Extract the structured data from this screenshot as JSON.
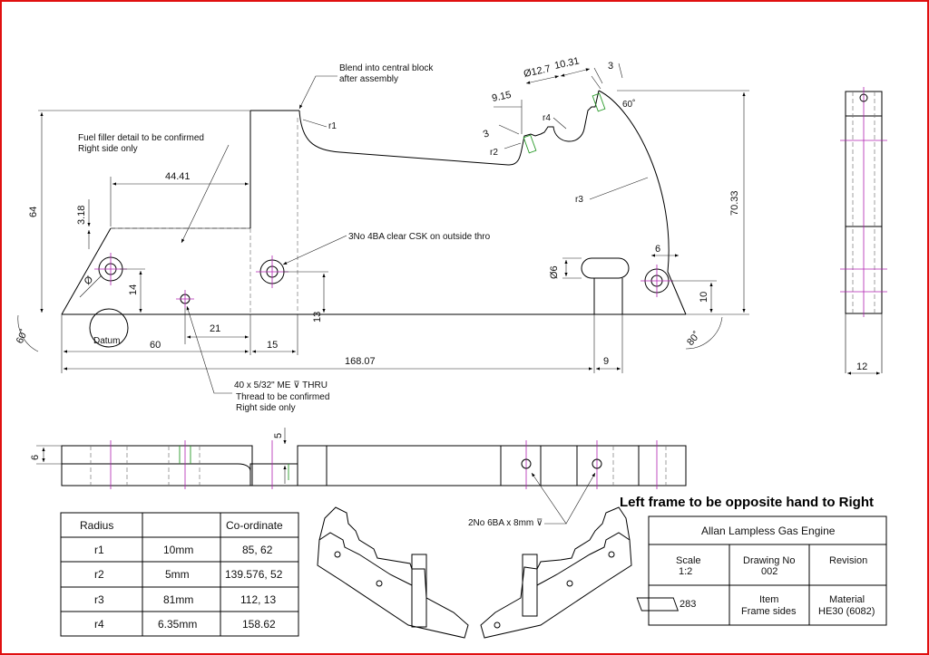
{
  "dims": {
    "d64": "64",
    "d318": "3.18",
    "d4441": "44.41",
    "d14": "14",
    "d21": "21",
    "d60": "60",
    "d15": "15",
    "d13": "13",
    "d16807": "168.07",
    "d9": "9",
    "d6hole": "Ø6",
    "d6": "6",
    "d10": "10",
    "d7033": "70.33",
    "d915": "9.15",
    "d127": "Ø12.7",
    "d1031": "10.31",
    "d3a": "3",
    "d3b": "3",
    "d60deg": "60˚",
    "d60deg_left": "60˚",
    "d80deg": "80˚",
    "d12": "12",
    "d6side": "6",
    "d5side": "5",
    "phi": "Ø"
  },
  "radii_labels": {
    "r1": "r1",
    "r2": "r2",
    "r3": "r3",
    "r4": "r4"
  },
  "notes": {
    "blend_1": "Blend into central block",
    "blend_2": "after assembly",
    "fuel_1": "Fuel filler detail to be confirmed",
    "fuel_2": "Right side only",
    "csk": "3No 4BA clear CSK on outside thro",
    "datum": "Datum",
    "thread_1": "40 x 5/32\" ME  ⊽ THRU",
    "thread_2": "Thread to be confirmed",
    "thread_3": "Right side only",
    "holes_6ba": "2No 6BA x 8mm  ⊽"
  },
  "heading": "Left frame to be opposite hand to Right",
  "radius_table": {
    "headers": [
      "Radius",
      "",
      "Co-ordinate"
    ],
    "rows": [
      [
        "r1",
        "10mm",
        "85, 62"
      ],
      [
        "r2",
        "5mm",
        "139.576, 52"
      ],
      [
        "r3",
        "81mm",
        "112, 13"
      ],
      [
        "r4",
        "6.35mm",
        "158.62"
      ]
    ]
  },
  "title_block": {
    "title": "Allan Lampless Gas Engine",
    "scale_label": "Scale",
    "scale_value": "1:2",
    "drawing_no_label": "Drawing No",
    "drawing_no_value": "002",
    "revision_label": "Revision",
    "revision_value": "",
    "number": "283",
    "item_label": "Item",
    "item_value": "Frame sides",
    "material_label": "Material",
    "material_value": "HE30 (6082)"
  },
  "colors": {
    "border": "#e01010",
    "centerline": "#b020b0",
    "thread": "#2a9a2a"
  }
}
